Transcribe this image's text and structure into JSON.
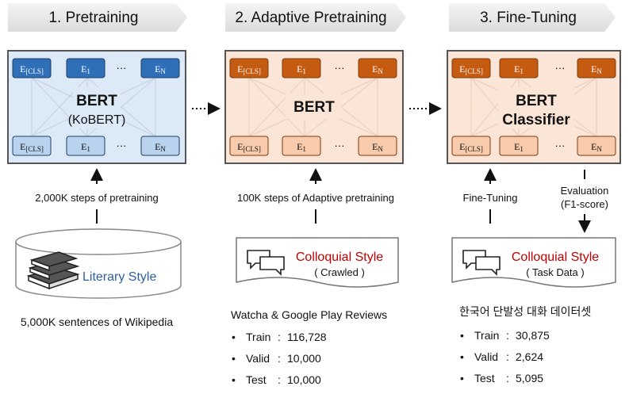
{
  "stages": [
    {
      "title": "1. Pretraining",
      "model_title": "BERT",
      "model_subtitle": "(KoBERT)",
      "tokens": {
        "cls": "E[CLS]",
        "one": "E1",
        "dots": "···",
        "n": "EN"
      },
      "arrow_label": "2,000K steps of pretraining",
      "data_label": "Literary Style",
      "data_caption": "5,000K sentences of Wikipedia"
    },
    {
      "title": "2. Adaptive Pretraining",
      "model_title": "BERT",
      "tokens": {
        "cls": "E[CLS]",
        "one": "E1",
        "dots": "···",
        "n": "EN"
      },
      "arrow_label": "100K steps of Adaptive pretraining",
      "data_label": "Colloquial Style",
      "data_sub": "( Crawled )",
      "data_caption": "Watcha & Google Play Reviews",
      "stats": [
        {
          "label": "Train",
          "sep": ":",
          "value": "116,728"
        },
        {
          "label": "Valid",
          "sep": ":",
          "value": "10,000"
        },
        {
          "label": "Test",
          "sep": ":",
          "value": "10,000"
        }
      ]
    },
    {
      "title": "3. Fine-Tuning",
      "model_title": "BERT",
      "model_subtitle": "Classifier",
      "tokens": {
        "cls": "E[CLS]",
        "one": "E1",
        "dots": "···",
        "n": "EN"
      },
      "arrow_label": "Fine-Tuning",
      "eval_label_1": "Evaluation",
      "eval_label_2": "(F1-score)",
      "data_label": "Colloquial Style",
      "data_sub": "( Task Data )",
      "data_caption": "한국어 단발성 대화 데이터셋",
      "stats": [
        {
          "label": "Train",
          "sep": ":",
          "value": "30,875"
        },
        {
          "label": "Valid",
          "sep": ":",
          "value": "2,624"
        },
        {
          "label": "Test",
          "sep": ":",
          "value": "5,095"
        }
      ]
    }
  ],
  "colors": {
    "blue_panel": "#dce9f6",
    "blue_token_dark": "#2e6fb7",
    "blue_token_light": "#b9d3ee",
    "orange_panel": "#fbe5d6",
    "orange_token_dark": "#c55a11",
    "orange_token_light": "#f8cbad",
    "red_text": "#c00000",
    "blue_text": "#2e5fa1"
  }
}
